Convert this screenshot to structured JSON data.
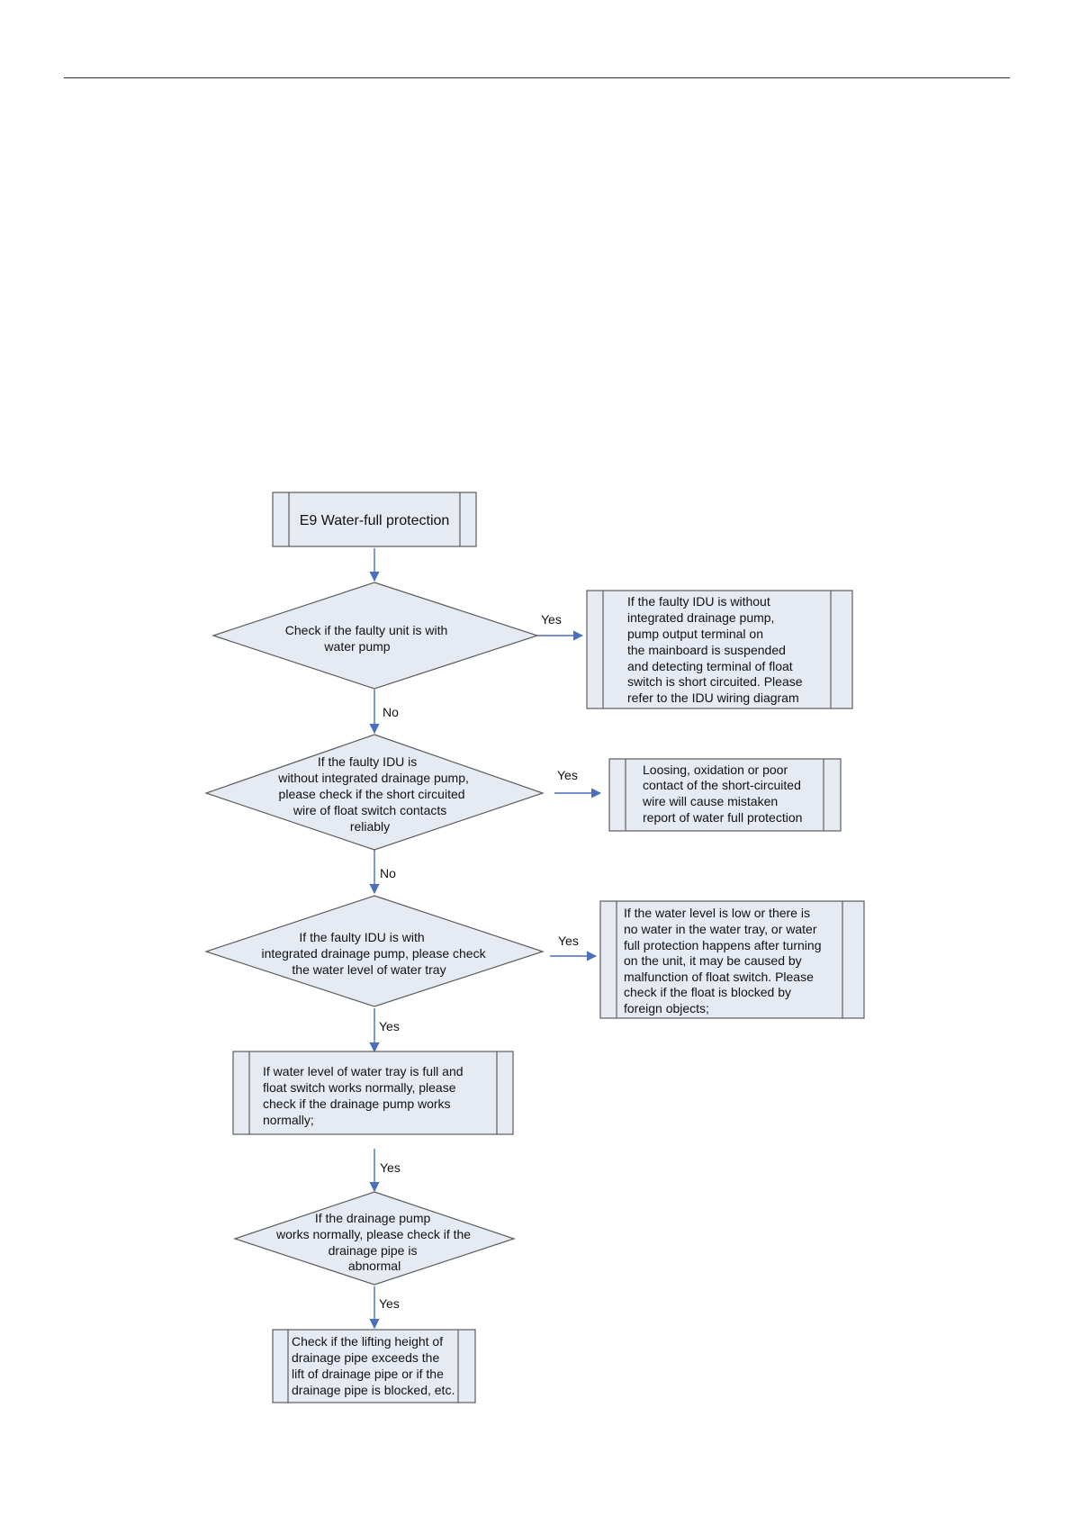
{
  "nodes": {
    "start": {
      "lines": [
        "E9 Water-full protection"
      ]
    },
    "d1": {
      "lines": [
        "Check if the faulty unit is with",
        "water pump"
      ]
    },
    "r1": {
      "lines": [
        "If the faulty IDU is without",
        "integrated drainage pump,",
        "pump output terminal on",
        "the mainboard is suspended",
        "and detecting terminal of float",
        "switch is short circuited. Please",
        "refer to the IDU wiring diagram"
      ]
    },
    "d2": {
      "lines": [
        "If the faulty IDU is",
        "without integrated drainage pump,",
        "please check if the short circuited",
        "wire of float switch contacts",
        "reliably"
      ]
    },
    "r2": {
      "lines": [
        "Loosing, oxidation or poor",
        "contact of the short-circuited",
        "wire will cause mistaken",
        "report of water full protection"
      ]
    },
    "d3": {
      "lines": [
        "If the faulty IDU is with",
        "integrated drainage pump, please check",
        "the water level of water tray"
      ]
    },
    "r3": {
      "lines": [
        "If the water level is low or there is",
        "no water in the water tray, or water",
        "full protection happens after turning",
        "on the unit, it may be caused by",
        "malfunction of float switch. Please",
        "check if the float is blocked by",
        "foreign objects;"
      ]
    },
    "p1": {
      "lines": [
        "If water level of water tray is full and",
        "float switch works normally, please",
        "check if the drainage pump works",
        "normally;"
      ]
    },
    "d4": {
      "lines": [
        "If the drainage pump",
        "works normally, please check if the",
        "drainage pipe is",
        "abnormal"
      ]
    },
    "p2": {
      "lines": [
        "Check if the lifting height of",
        "drainage pipe exceeds the",
        "lift of drainage pipe or if the",
        "drainage pipe is blocked, etc."
      ]
    }
  },
  "edges": {
    "e1": {
      "from": "start",
      "to": "d1",
      "label": ""
    },
    "e2": {
      "from": "d1",
      "to": "r1",
      "label": "Yes"
    },
    "e3": {
      "from": "d1",
      "to": "d2",
      "label": "No"
    },
    "e4": {
      "from": "d2",
      "to": "r2",
      "label": "Yes"
    },
    "e5": {
      "from": "d2",
      "to": "d3",
      "label": "No"
    },
    "e6": {
      "from": "d3",
      "to": "r3",
      "label": "Yes"
    },
    "e7": {
      "from": "d3",
      "to": "p1",
      "label": "Yes"
    },
    "e8": {
      "from": "p1",
      "to": "d4",
      "label": "Yes"
    },
    "e9": {
      "from": "d4",
      "to": "p2",
      "label": "Yes"
    }
  }
}
